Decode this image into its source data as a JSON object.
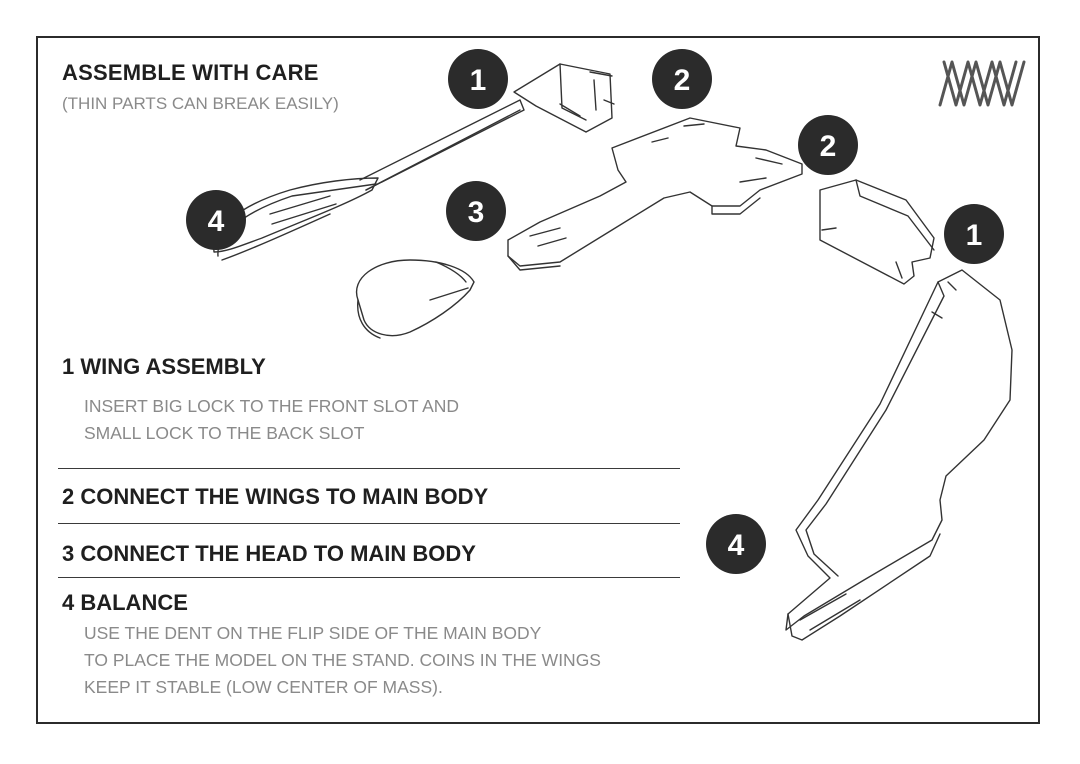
{
  "header": {
    "title": "ASSEMBLE WITH CARE",
    "subtitle": "(THIN PARTS CAN BREAK EASILY)"
  },
  "steps": [
    {
      "title": "1 WING ASSEMBLY",
      "lines": [
        "INSERT BIG LOCK TO THE FRONT SLOT AND",
        "SMALL LOCK TO THE BACK SLOT"
      ]
    },
    {
      "title": "2 CONNECT THE WINGS TO MAIN BODY",
      "lines": []
    },
    {
      "title": "3 CONNECT THE HEAD TO MAIN BODY",
      "lines": []
    },
    {
      "title": "4 BALANCE",
      "lines": [
        "USE THE DENT ON THE FLIP SIDE OF THE MAIN BODY",
        "TO PLACE THE MODEL ON THE STAND. COINS IN THE WINGS",
        "KEEP IT STABLE (LOW CENTER OF MASS)."
      ]
    }
  ],
  "badges": {
    "b1_top": "1",
    "b2_top": "2",
    "b2_right": "2",
    "b1_right": "1",
    "b3": "3",
    "b4_left": "4",
    "b4_bottom": "4"
  },
  "logo_icon": "geometric-brand-logo-icon",
  "colors": {
    "badge": "#2b2b2b",
    "stroke": "#333333",
    "gray_text": "#8a8a8a"
  }
}
